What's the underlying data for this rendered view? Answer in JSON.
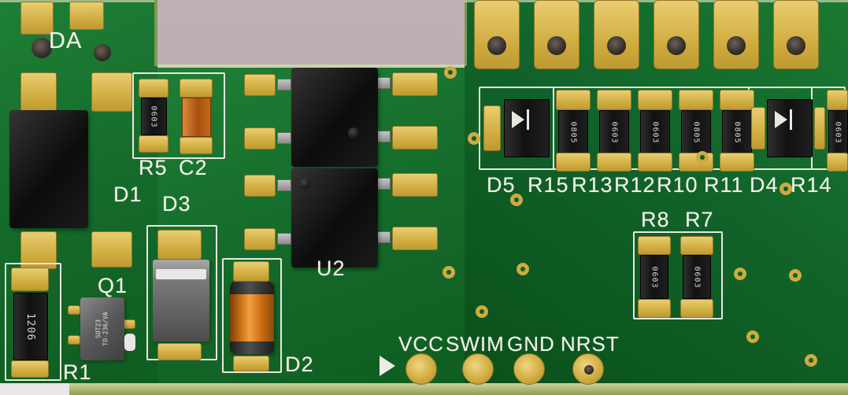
{
  "colors": {
    "background": "#b7a9ad",
    "board_green": "#156c2a",
    "board_edge": "#a9b873",
    "pad_gold": "#d6b54c",
    "silkscreen_white": "#f2f1e8",
    "component_black": "#151515",
    "capacitor_orange": "#cf6f12",
    "component_gray": "#6a6a6a"
  },
  "silkscreen": {
    "da": "DA",
    "d1": "D1",
    "r5": "R5",
    "c2": "C2",
    "d3": "D3",
    "q1": "Q1",
    "r1": "R1",
    "u2": "U2",
    "d2": "D2",
    "r8": "R8",
    "r7": "R7",
    "row_labels": [
      "D5",
      "R15",
      "R13",
      "R12",
      "R10",
      "R11",
      "D4",
      "R14"
    ],
    "pin_labels": [
      "VCC",
      "SWIM",
      "GND",
      "NRST"
    ]
  },
  "component_markings": {
    "r5": "0603",
    "r1": "1206",
    "q1_package": "SOT23",
    "q1_type": "TO-236/VA",
    "row": [
      "0805",
      "0603",
      "0603",
      "0805",
      "0805"
    ],
    "r14": "0603",
    "r8": "0603",
    "r7": "0603"
  }
}
